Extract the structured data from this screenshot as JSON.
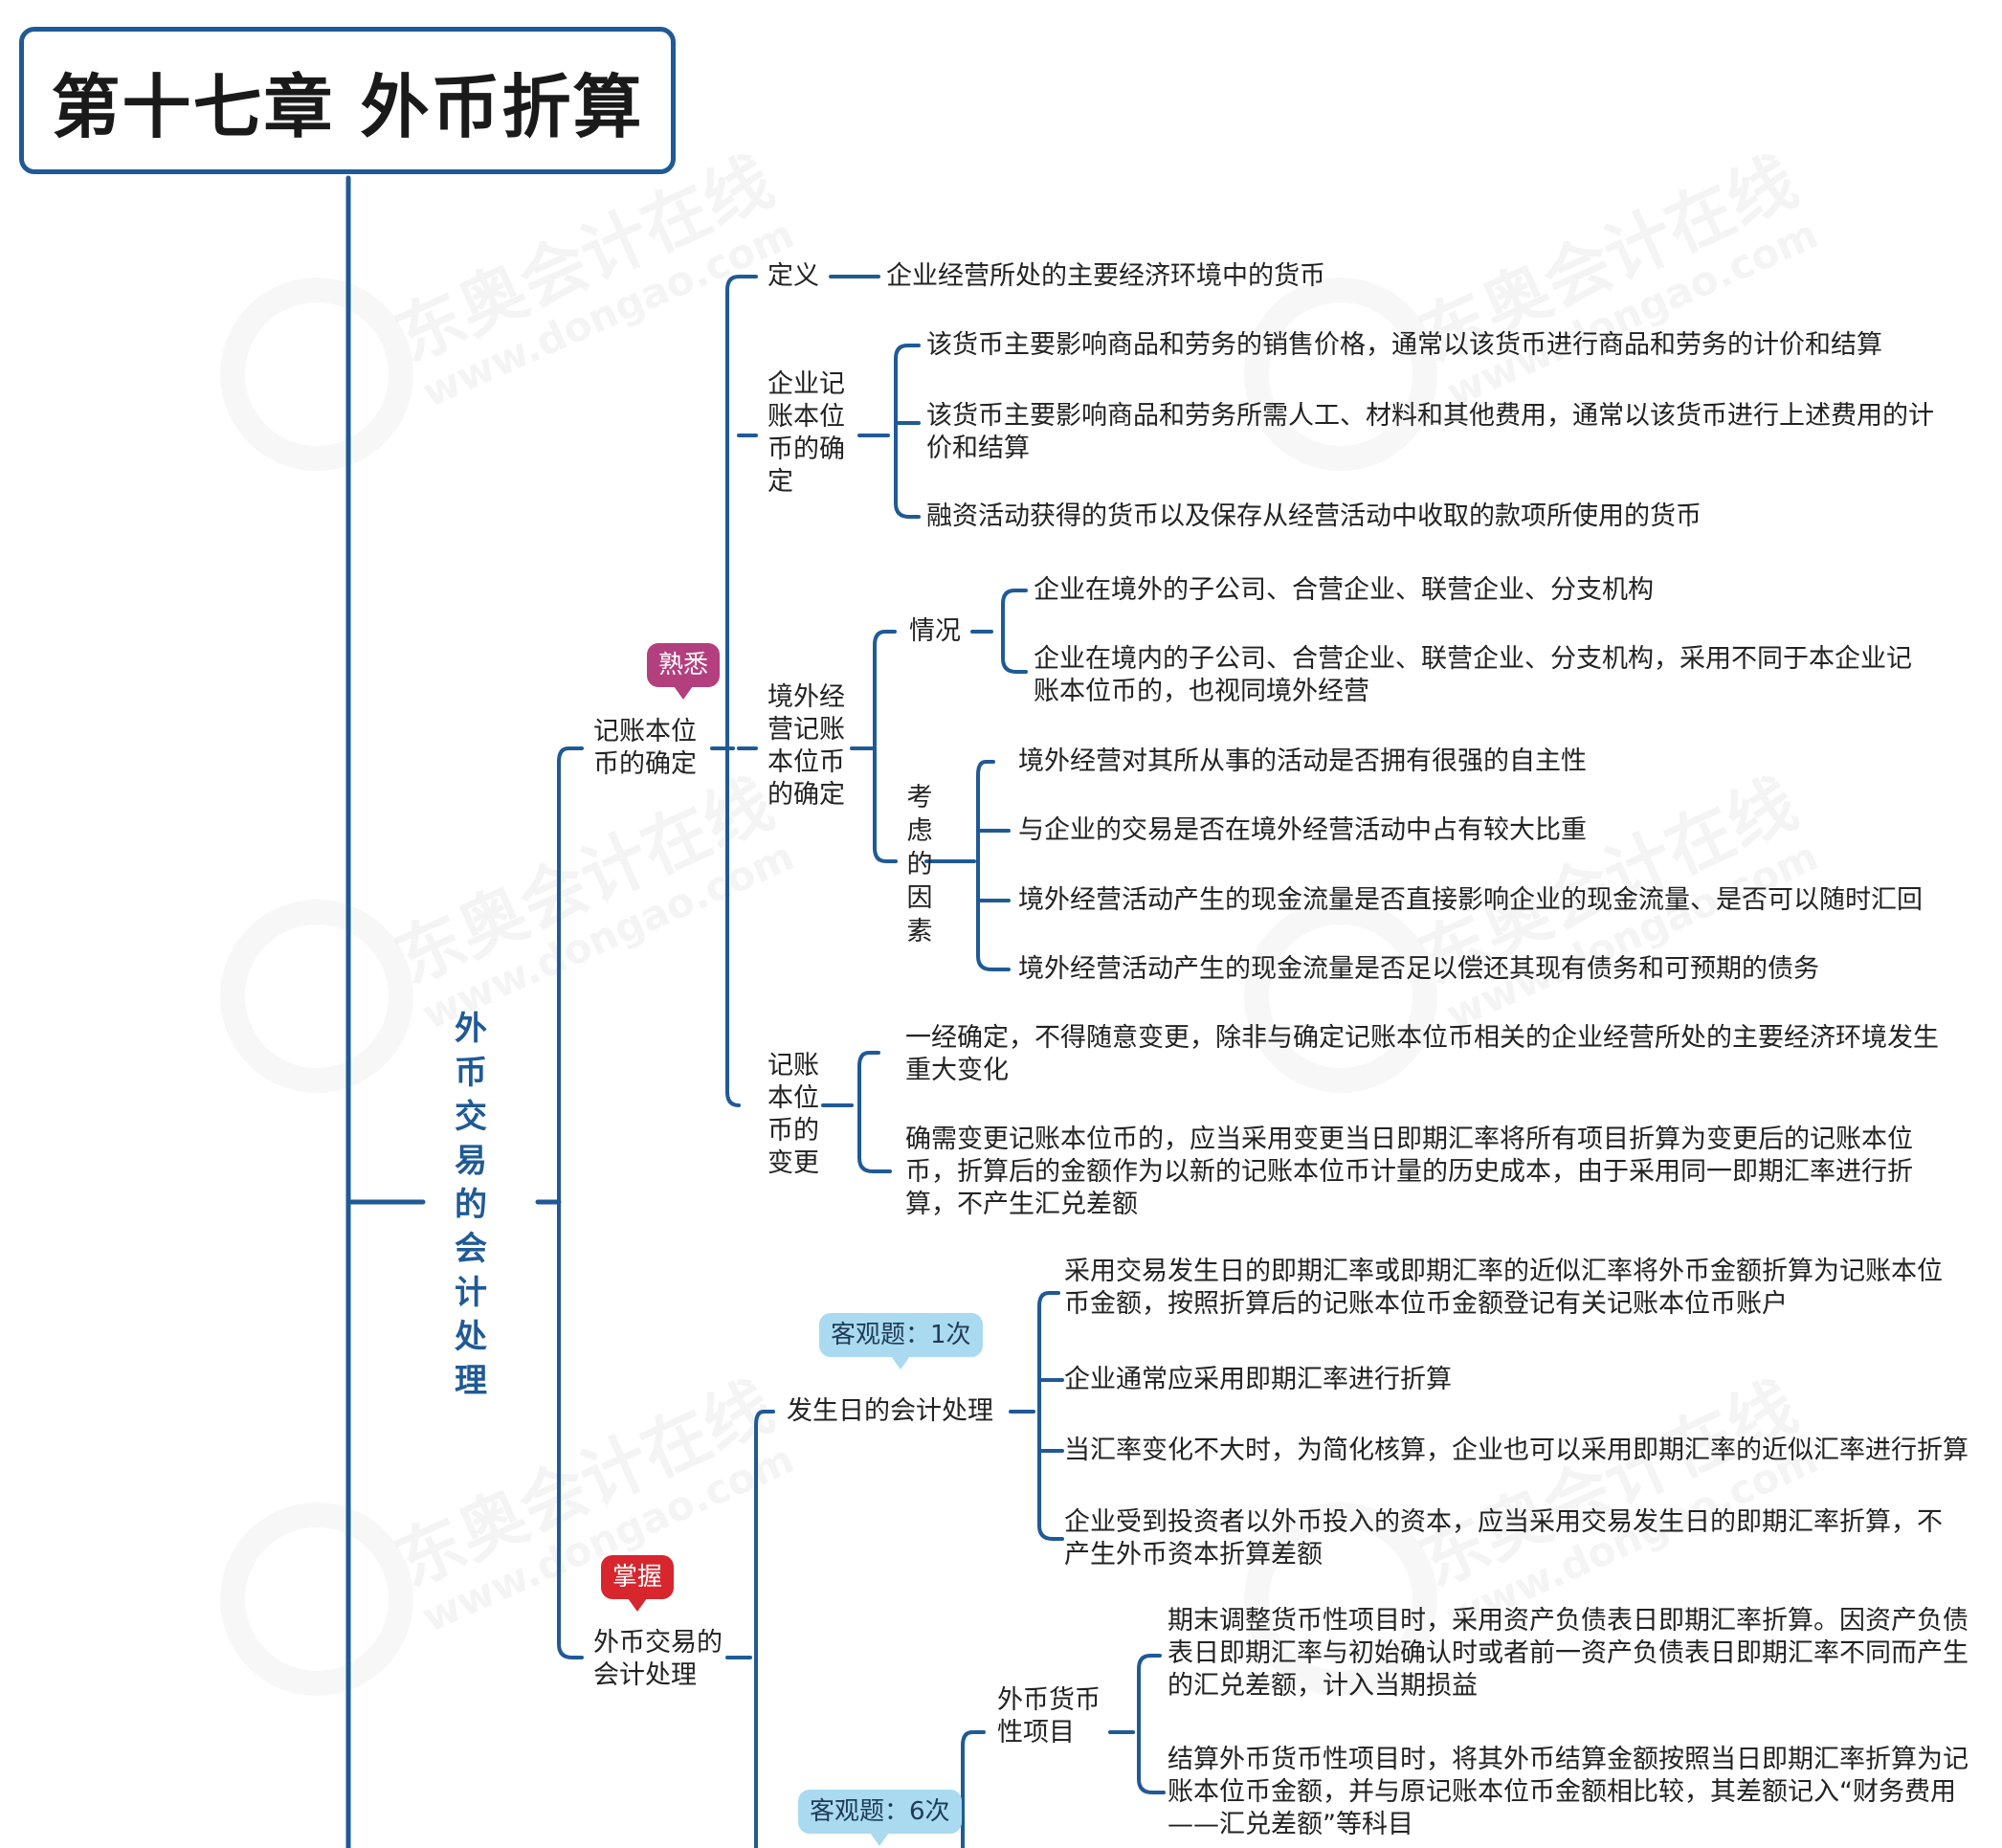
{
  "title": "第十七章 外币折算",
  "watermark": {
    "brand": "东奥会计在线",
    "url": "www.dongao.com"
  },
  "colors": {
    "line": "#1f5a96",
    "badge_familiar": "#b43f7e",
    "badge_master": "#d7262e",
    "badge_objective": "#a9daf0"
  },
  "main_branch": "外币交易的会计处理",
  "section1": {
    "label": "记账本位币的确定",
    "badge": "熟悉",
    "definition": {
      "label": "定义",
      "text": "企业经营所处的主要经济环境中的货币"
    },
    "enterprise": {
      "label": "企业记账本位币的确定",
      "items": [
        "该货币主要影响商品和劳务的销售价格，通常以该货币进行商品和劳务的计价和结算",
        "该货币主要影响商品和劳务所需人工、材料和其他费用，通常以该货币进行上述费用的计价和结算",
        "融资活动获得的货币以及保存从经营活动中收取的款项所使用的货币"
      ]
    },
    "overseas": {
      "label": "境外经营记账本位币的确定",
      "situation": {
        "label": "情况",
        "items": [
          "企业在境外的子公司、合营企业、联营企业、分支机构",
          "企业在境内的子公司、合营企业、联营企业、分支机构，采用不同于本企业记账本位币的，也视同境外经营"
        ]
      },
      "factors": {
        "label": "考虑的因素",
        "items": [
          "境外经营对其所从事的活动是否拥有很强的自主性",
          "与企业的交易是否在境外经营活动中占有较大比重",
          "境外经营活动产生的现金流量是否直接影响企业的现金流量、是否可以随时汇回",
          "境外经营活动产生的现金流量是否足以偿还其现有债务和可预期的债务"
        ]
      }
    },
    "change": {
      "label": "记账本位币的变更",
      "items": [
        "一经确定，不得随意变更，除非与确定记账本位币相关的企业经营所处的主要经济环境发生重大变化",
        "确需变更记账本位币的，应当采用变更当日即期汇率将所有项目折算为变更后的记账本位币，折算后的金额作为以新的记账本位币计量的历史成本，由于采用同一即期汇率进行折算，不产生汇兑差额"
      ]
    }
  },
  "section2": {
    "label": "外币交易的会计处理",
    "badge": "掌握",
    "occurrence": {
      "label": "发生日的会计处理",
      "badge": "客观题：1次",
      "items": [
        "采用交易发生日的即期汇率或即期汇率的近似汇率将外币金额折算为记账本位币金额，按照折算后的记账本位币金额登记有关记账本位币账户",
        "企业通常应采用即期汇率进行折算",
        "当汇率变化不大时，为简化核算，企业也可以采用即期汇率的近似汇率进行折算",
        "企业受到投资者以外币投入的资本，应当采用交易发生日的即期汇率折算，不产生外币资本折算差额"
      ]
    },
    "period_end_badge": "客观题：6次",
    "monetary": {
      "label": "外币货币性项目",
      "items": [
        "期末调整货币性项目时，采用资产负债表日即期汇率折算。因资产负债表日即期汇率与初始确认时或者前一资产负债表日即期汇率不同而产生的汇兑差额，计入当期损益",
        "结算外币货币性项目时，将其外币结算金额按照当日即期汇率折算为记账本位币金额，并与原记账本位币金额相比较，其差额记入“财务费用——汇兑差额”等科目"
      ]
    }
  }
}
